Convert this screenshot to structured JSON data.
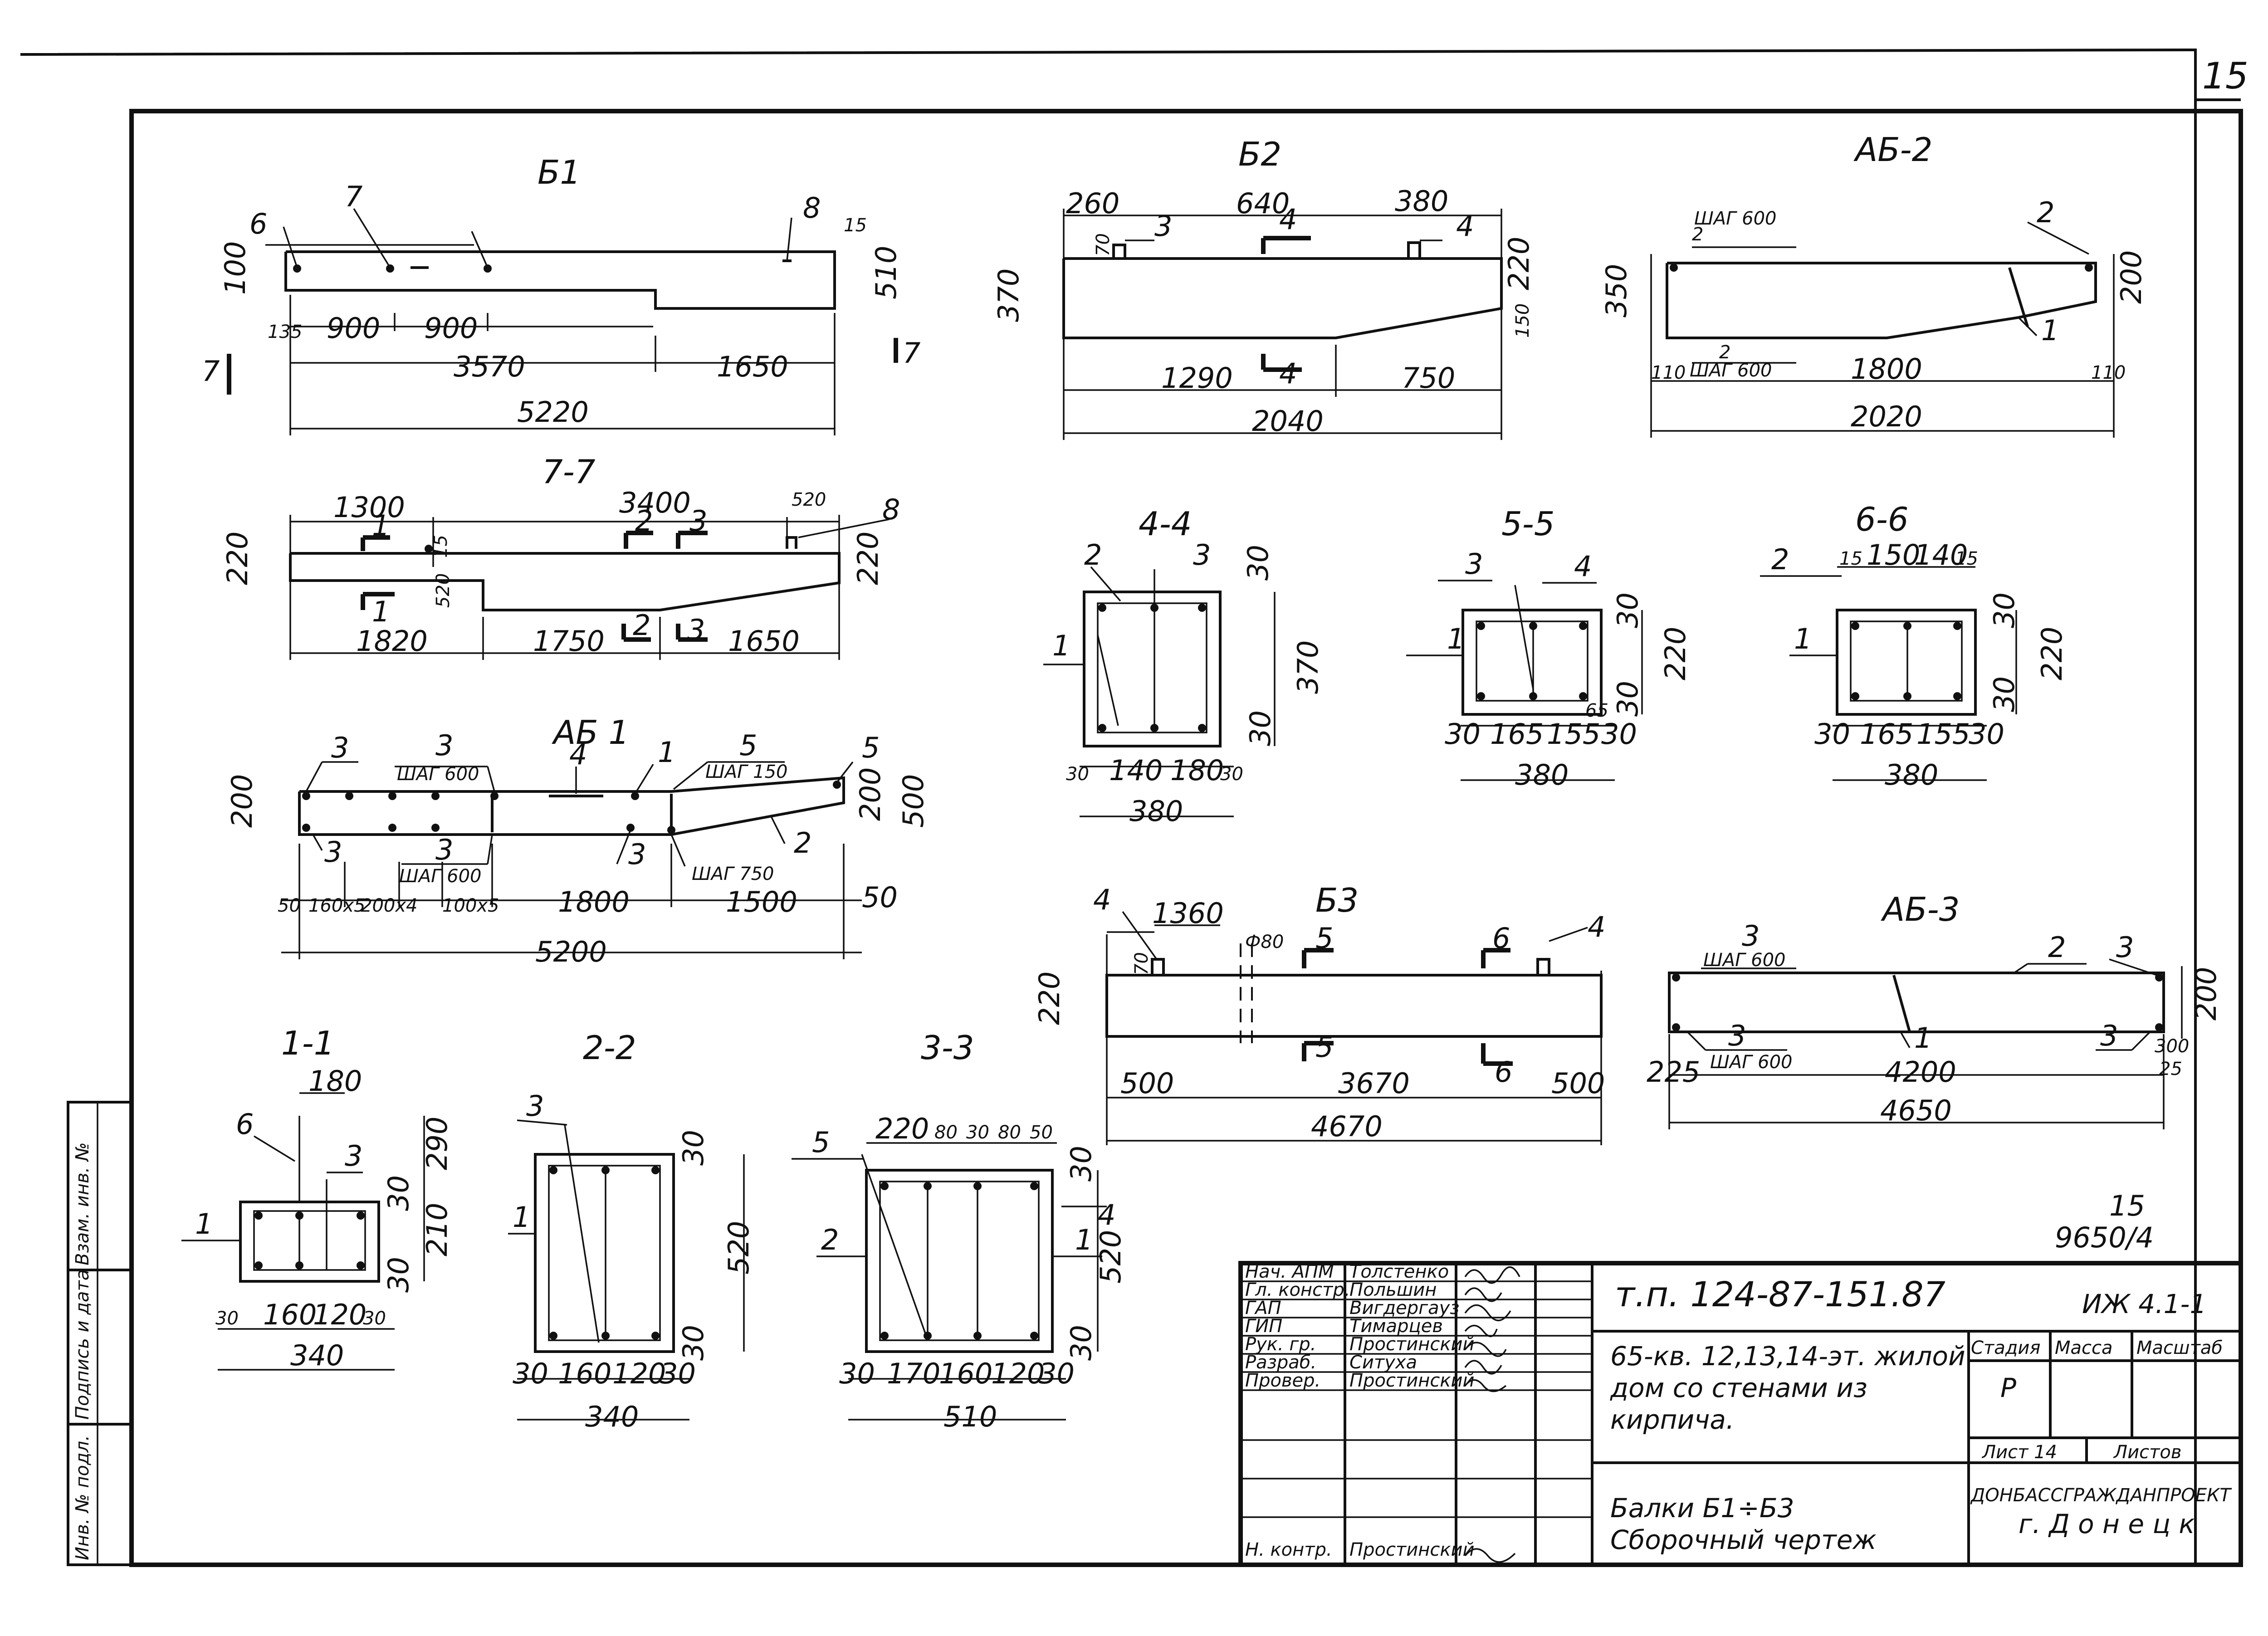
{
  "sheet": {
    "page_number": "15",
    "stamp_top": "15",
    "stamp_bottom": "9650/4"
  },
  "views": {
    "b1": {
      "title": "Б1",
      "marks": [
        "6",
        "7",
        "8",
        "7",
        "7"
      ],
      "dims": [
        "100",
        "15",
        "510",
        "135",
        "900",
        "900",
        "3570",
        "1650",
        "5220"
      ]
    },
    "b2": {
      "title": "Б2",
      "marks": [
        "3",
        "4",
        "4",
        "4"
      ],
      "dims": [
        "260",
        "640",
        "380",
        "70",
        "370",
        "220",
        "150",
        "1290",
        "750",
        "2040"
      ]
    },
    "ab2": {
      "title": "АБ-2",
      "marks": [
        "2",
        "2",
        "1",
        "2"
      ],
      "step_top": "ШАГ 600",
      "step_bottom": "ШАГ 600",
      "dims": [
        "350",
        "200",
        "110",
        "1800",
        "110",
        "2020"
      ]
    },
    "s77": {
      "title": "7-7",
      "marks": [
        "1",
        "2",
        "3",
        "8",
        "1",
        "2",
        "3"
      ],
      "dims": [
        "1300",
        "3400",
        "520",
        "220",
        "15",
        "520",
        "220",
        "1820",
        "1750",
        "1650"
      ]
    },
    "ab1": {
      "title": "АБ 1",
      "marks": [
        "3",
        "3",
        "4",
        "1",
        "5",
        "5",
        "3",
        "3",
        "2",
        "3"
      ],
      "steps": [
        "ШАГ 600",
        "ШАГ 150",
        "ШАГ 600",
        "ШАГ 750"
      ],
      "dims": [
        "200",
        "200",
        "500",
        "50",
        "160x5",
        "200x4",
        "100x5",
        "1800",
        "1500",
        "50",
        "5200"
      ]
    },
    "s44": {
      "title": "4-4",
      "marks": [
        "2",
        "3",
        "1"
      ],
      "dims": [
        "30",
        "370",
        "30",
        "140",
        "180",
        "30",
        "380"
      ]
    },
    "s55": {
      "title": "5-5",
      "marks": [
        "3",
        "4",
        "1"
      ],
      "dims": [
        "30",
        "220",
        "30",
        "65",
        "30",
        "165",
        "155",
        "30",
        "380"
      ]
    },
    "s66": {
      "title": "6-6",
      "marks": [
        "2",
        "1"
      ],
      "dims": [
        "15",
        "150",
        "140",
        "15",
        "30",
        "220",
        "30",
        "30",
        "165",
        "155",
        "30",
        "380"
      ]
    },
    "b3": {
      "title": "Б3",
      "marks": [
        "4",
        "4",
        "5",
        "6",
        "5",
        "6"
      ],
      "dims": [
        "1360",
        "Ф80",
        "70",
        "220",
        "500",
        "3670",
        "500",
        "4670"
      ]
    },
    "ab3": {
      "title": "АБ-3",
      "marks": [
        "3",
        "2",
        "3",
        "3",
        "1",
        "3"
      ],
      "step_top": "ШАГ 600",
      "step_bottom": "ШАГ 600",
      "dims": [
        "200",
        "225",
        "4200",
        "300",
        "25",
        "4650"
      ]
    },
    "s11": {
      "title": "1-1",
      "marks": [
        "6",
        "3",
        "1"
      ],
      "dims": [
        "180",
        "290",
        "30",
        "210",
        "30",
        "30",
        "160",
        "120",
        "30",
        "340"
      ]
    },
    "s22": {
      "title": "2-2",
      "marks": [
        "3",
        "1"
      ],
      "dims": [
        "30",
        "520",
        "30",
        "30",
        "160",
        "120",
        "30",
        "340"
      ]
    },
    "s33": {
      "title": "3-3",
      "marks": [
        "5",
        "2",
        "1",
        "4"
      ],
      "dims": [
        "220",
        "80",
        "30",
        "80",
        "50",
        "30",
        "520",
        "30",
        "30",
        "170",
        "160",
        "120",
        "30",
        "510"
      ]
    }
  },
  "stamp_side": [
    "Взам. инв. №",
    "Подпись и дата",
    "Инв. № подл."
  ],
  "title_block": {
    "roles": [
      "Нач. АПМ",
      "Гл. констр.",
      "ГАП",
      "ГИП",
      "Рук. гр.",
      "Разраб.",
      "Провер.",
      "",
      "",
      "Н. контр."
    ],
    "names": [
      "Толстенко",
      "Польшин",
      "Вигдергауз",
      "Тимарцев",
      "Простинский",
      "Ситуха",
      "Простинский",
      "",
      "",
      "Простинский"
    ],
    "doc_code": "т.п. 124-87-151.87",
    "doc_ref": "ИЖ 4.1-1",
    "project": [
      "65-кв. 12,13,14-эт. жилой",
      "дом со стенами из",
      "кирпича."
    ],
    "drawing": [
      "Балки Б1÷Б3",
      "Сборочный чертеж"
    ],
    "headers": {
      "stage": "Стадия",
      "mass": "Масса",
      "scale": "Масштаб",
      "sheet": "Лист 14",
      "sheets": "Листов"
    },
    "stage_value": "Р",
    "organization": [
      "ДОНБАССГРАЖДАНПРОЕКТ",
      "г. Д о н е ц к"
    ]
  }
}
